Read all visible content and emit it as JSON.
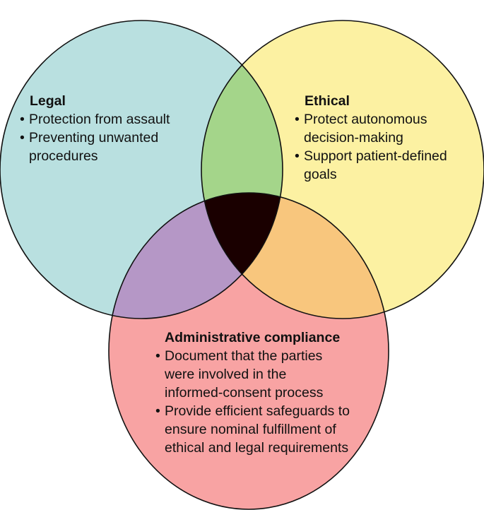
{
  "legal": {
    "title": "Legal",
    "items": [
      "Protection from assault",
      "Preventing unwanted procedures"
    ],
    "color": "#b9e0e0"
  },
  "ethical": {
    "title": "Ethical",
    "items": [
      "Protect autonomous decision-making",
      "Support patient-defined goals"
    ],
    "color": "#fcf1a2"
  },
  "administrative": {
    "title": "Administrative compliance",
    "items": [
      "Document that the parties were involved in the informed-consent process",
      "Provide efficient safeguards to ensure nominal fulfillment of ethical and legal requirements"
    ],
    "color": "#f8a3a3"
  },
  "overlaps": {
    "legal_ethical": "#a4d58a",
    "legal_administrative": "#b597c6",
    "ethical_administrative": "#f8c67d",
    "all_three": "#1a0000"
  },
  "outline_color": "#111111"
}
